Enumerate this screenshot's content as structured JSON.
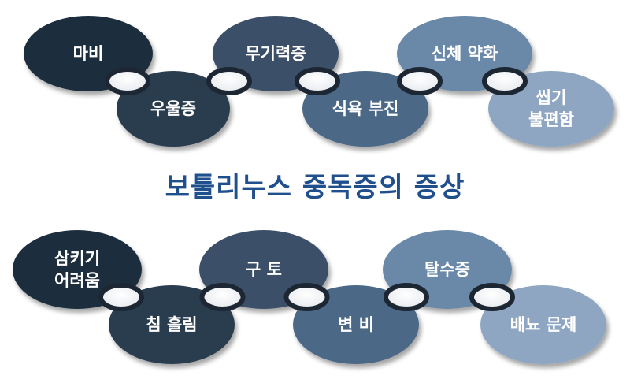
{
  "title": "보툴리누스 중독증의 증상",
  "rows": [
    {
      "nodes": [
        {
          "lines": [
            "마비"
          ],
          "color": "#1f2e3e"
        },
        {
          "lines": [
            "우울증"
          ],
          "color": "#2b3c50"
        },
        {
          "lines": [
            "무기력증"
          ],
          "color": "#3a5068"
        },
        {
          "lines": [
            "식욕 부진"
          ],
          "color": "#4c6786"
        },
        {
          "lines": [
            "신체 약화"
          ],
          "color": "#6b88a8"
        },
        {
          "lines": [
            "씹기",
            "불편함"
          ],
          "color": "#8ea6c2"
        }
      ]
    },
    {
      "nodes": [
        {
          "lines": [
            "삼키기",
            "어려움"
          ],
          "color": "#1f2e3e"
        },
        {
          "lines": [
            "침 흘림"
          ],
          "color": "#2b3c50"
        },
        {
          "lines": [
            "구 토"
          ],
          "color": "#3a5068"
        },
        {
          "lines": [
            "변 비"
          ],
          "color": "#4c6786"
        },
        {
          "lines": [
            "탈수증"
          ],
          "color": "#6b88a8"
        },
        {
          "lines": [
            "배뇨 문제"
          ],
          "color": "#8ea6c2"
        }
      ]
    }
  ]
}
